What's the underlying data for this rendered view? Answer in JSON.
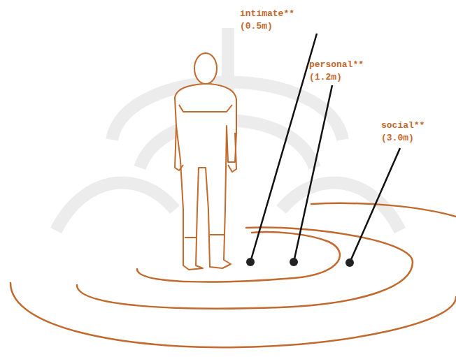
{
  "diagram": {
    "labels": [
      "intimate**",
      "(0.5m)",
      "personal**",
      "(1.2m)",
      "social**",
      "(3.0m)"
    ]
  }
}
